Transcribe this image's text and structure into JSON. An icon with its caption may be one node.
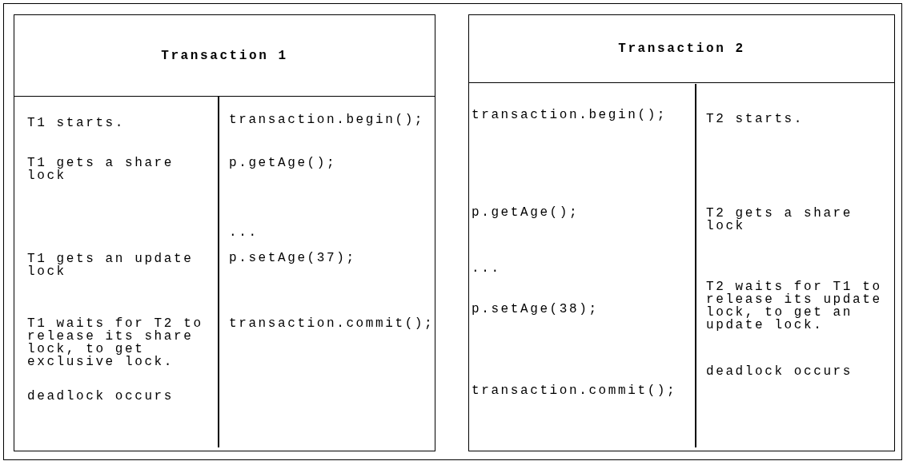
{
  "diagram": {
    "nodes": [
      {
        "text": [
          "Transaction 1",
          "T1 starts.",
          "transaction.begin();",
          "T1 gets a share lock",
          "p.getAge();",
          "...",
          "T1 gets an update lock",
          "p.setAge(37);",
          "T1 waits for T2 to release its share lock, to get exclusive lock.",
          "transaction.commit();",
          "deadlock occurs"
        ]
      },
      {
        "text": [
          "Transaction 2",
          "transaction.begin();",
          "T2 starts.",
          "p.getAge();",
          "T2 gets a share lock",
          "...",
          "T2 waits for T1 to release its update lock, to get an update lock.",
          "p.setAge(38);",
          "deadlock occurs",
          "transaction.commit();"
        ]
      }
    ]
  }
}
